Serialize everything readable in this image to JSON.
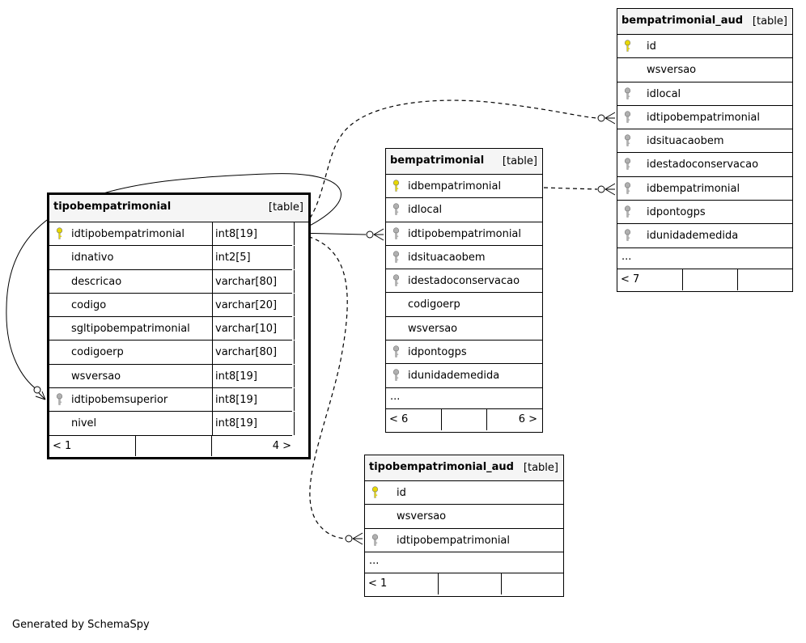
{
  "tables": {
    "tipobempatrimonial": {
      "name": "tipobempatrimonial",
      "kind": "[table]",
      "columns": [
        {
          "name": "idtipobempatrimonial",
          "type": "int8[19]",
          "key": "pk"
        },
        {
          "name": "idnativo",
          "type": "int2[5]",
          "key": ""
        },
        {
          "name": "descricao",
          "type": "varchar[80]",
          "key": ""
        },
        {
          "name": "codigo",
          "type": "varchar[20]",
          "key": ""
        },
        {
          "name": "sgltipobempatrimonial",
          "type": "varchar[10]",
          "key": ""
        },
        {
          "name": "codigoerp",
          "type": "varchar[80]",
          "key": ""
        },
        {
          "name": "wsversao",
          "type": "int8[19]",
          "key": ""
        },
        {
          "name": "idtipobemsuperior",
          "type": "int8[19]",
          "key": "fk"
        },
        {
          "name": "nivel",
          "type": "int8[19]",
          "key": ""
        }
      ],
      "footer": {
        "left": "< 1",
        "right": "4 >"
      }
    },
    "bempatrimonial": {
      "name": "bempatrimonial",
      "kind": "[table]",
      "columns": [
        {
          "name": "idbempatrimonial",
          "key": "pk"
        },
        {
          "name": "idlocal",
          "key": "fk"
        },
        {
          "name": "idtipobempatrimonial",
          "key": "fk"
        },
        {
          "name": "idsituacaobem",
          "key": "fk"
        },
        {
          "name": "idestadoconservacao",
          "key": "fk"
        },
        {
          "name": "codigoerp",
          "key": ""
        },
        {
          "name": "wsversao",
          "key": ""
        },
        {
          "name": "idpontogps",
          "key": "fk"
        },
        {
          "name": "idunidademedida",
          "key": "fk"
        }
      ],
      "ellipsis": "...",
      "footer": {
        "left": "< 6",
        "right": "6 >"
      }
    },
    "bempatrimonial_aud": {
      "name": "bempatrimonial_aud",
      "kind": "[table]",
      "columns": [
        {
          "name": "id",
          "key": "pk"
        },
        {
          "name": "wsversao",
          "key": ""
        },
        {
          "name": "idlocal",
          "key": "fk"
        },
        {
          "name": "idtipobempatrimonial",
          "key": "fk"
        },
        {
          "name": "idsituacaobem",
          "key": "fk"
        },
        {
          "name": "idestadoconservacao",
          "key": "fk"
        },
        {
          "name": "idbempatrimonial",
          "key": "fk"
        },
        {
          "name": "idpontogps",
          "key": "fk"
        },
        {
          "name": "idunidademedida",
          "key": "fk"
        }
      ],
      "ellipsis": "...",
      "footer": {
        "left": "< 7",
        "right": ""
      }
    },
    "tipobempatrimonial_aud": {
      "name": "tipobempatrimonial_aud",
      "kind": "[table]",
      "columns": [
        {
          "name": "id",
          "key": "pk"
        },
        {
          "name": "wsversao",
          "key": ""
        },
        {
          "name": "idtipobempatrimonial",
          "key": "fk"
        }
      ],
      "ellipsis": "...",
      "footer": {
        "left": "< 1",
        "right": ""
      }
    }
  },
  "footer_text": "Generated by SchemaSpy",
  "colors": {
    "pk_key": "#e8d800",
    "fk_key": "#b0b0b0",
    "line": "#000000"
  }
}
